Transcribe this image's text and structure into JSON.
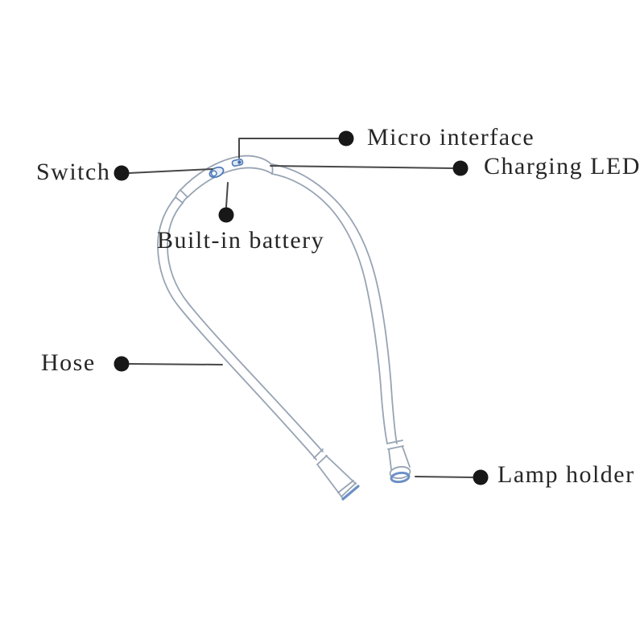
{
  "diagram": {
    "labels": {
      "switch": "Switch",
      "micro_interface": "Micro interface",
      "charging_led": "Charging LED",
      "built_in_battery": "Built-in battery",
      "hose": "Hose",
      "lamp_holder": "Lamp holder"
    },
    "colors": {
      "outline": "#98a4b4",
      "accent_blue": "#5c84bd",
      "callout_line": "#474747",
      "callout_dot": "#181818",
      "label_text": "#262626",
      "background": "#ffffff"
    }
  }
}
